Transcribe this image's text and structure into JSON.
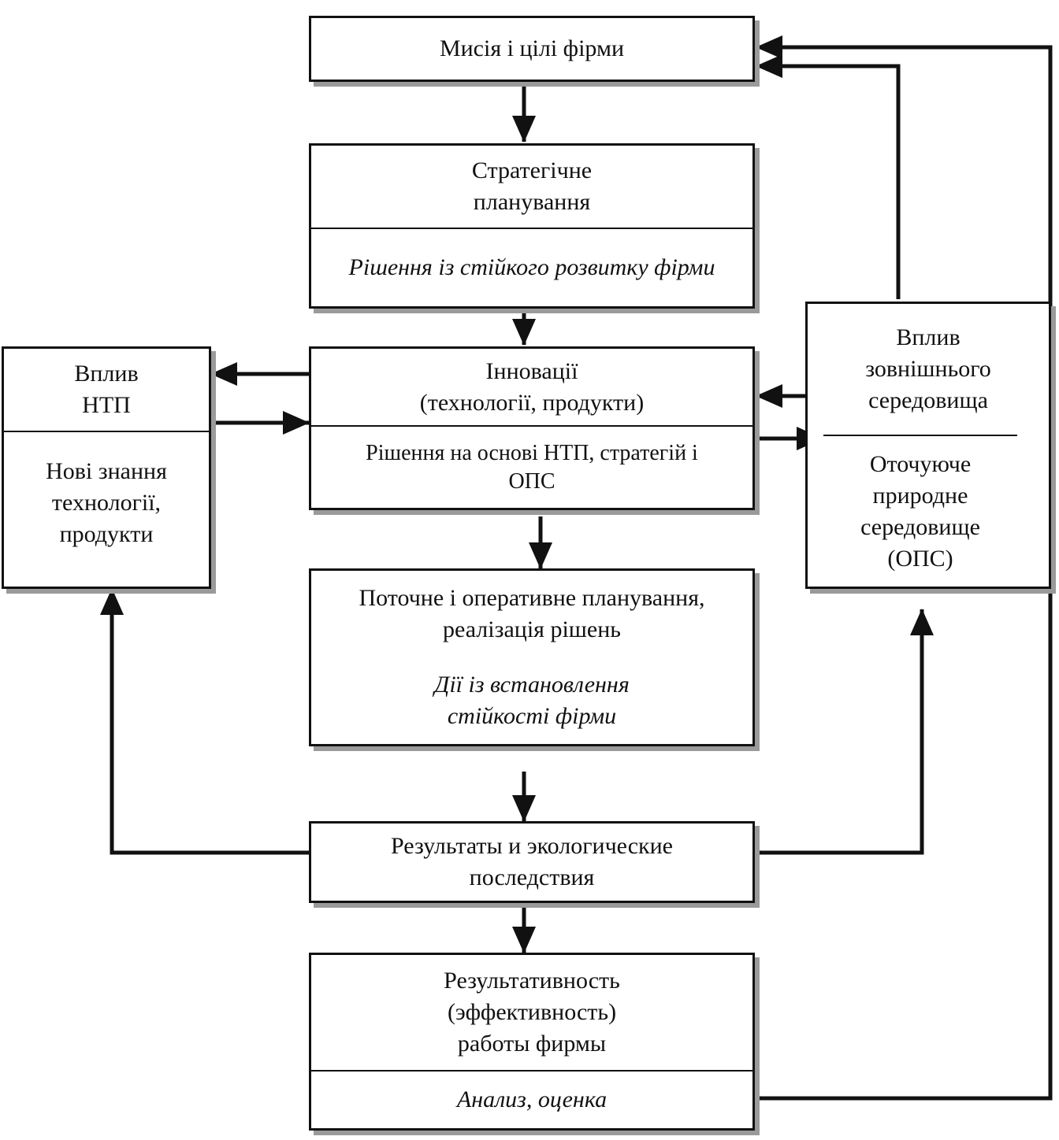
{
  "diagram": {
    "mission": {
      "title": "Мисія і цілі фірми"
    },
    "strategic": {
      "title_1": "Стратегічне",
      "title_2": "планування",
      "decision": "Рішення із стійкого розвитку фірми"
    },
    "innovation": {
      "title_1": "Інновації",
      "title_2": "(технології, продукти)",
      "decision_1": "Рішення на основі НТП, стратегій і",
      "decision_2": "ОПС"
    },
    "ntp": {
      "title_1": "Вплив",
      "title_2": "НТП",
      "body_1": "Нові знання",
      "body_2": "технології,",
      "body_3": "продукти"
    },
    "environment": {
      "title_1": "Вплив",
      "title_2": "зовнішнього",
      "title_3": "середовища",
      "body_1": "Оточуюче",
      "body_2": "природне",
      "body_3": "середовище",
      "body_4": "(ОПС)"
    },
    "current": {
      "title_1": "Поточне і оперативне планування,",
      "title_2": "реалізація рішень",
      "action_1": "Дії із встановлення",
      "action_2": "стійкості фірми"
    },
    "results": {
      "title_1": "Результаты и экологические",
      "title_2": "последствия"
    },
    "performance": {
      "title_1": "Результативность",
      "title_2": "(эффективность)",
      "title_3": "работы фирмы",
      "analysis": "Анализ, оценка"
    }
  }
}
